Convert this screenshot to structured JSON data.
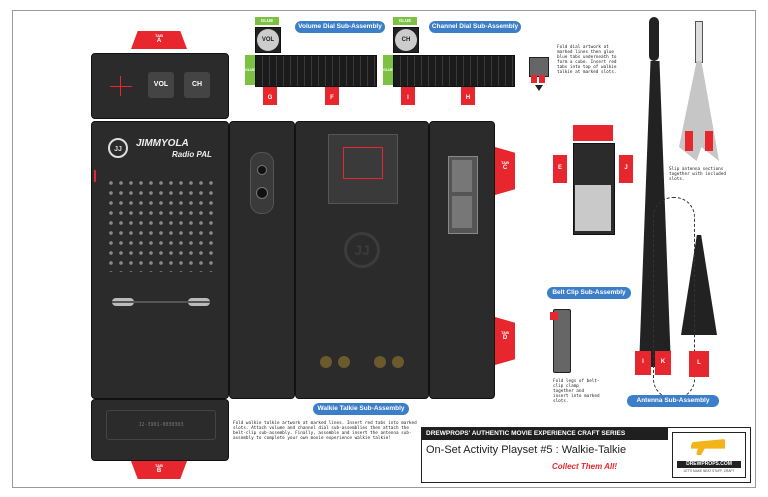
{
  "tabs": {
    "a": "A",
    "b": "B",
    "c": "C",
    "d": "D",
    "e": "E",
    "f": "F",
    "g": "G",
    "h": "H",
    "i": "I",
    "j": "J",
    "k": "K",
    "l": "L",
    "tab_word": "TAB"
  },
  "front": {
    "vol": "VOL",
    "ch": "CH",
    "brand": "JIMMYOLA",
    "model": "Radio PAL",
    "logo": "JJ",
    "serial": "J2-3901-0030303"
  },
  "dials": {
    "vol_title": "Volume Dial Sub-Assembly",
    "ch_title": "Channel Dial Sub-Assembly",
    "vol": "VOL",
    "ch": "CH",
    "glue": "GLUE"
  },
  "instructions": {
    "dial": "Fold dial artwork at marked lines then glue blue tabs underneath to form a cube. Insert red tabs into top of walkie talkie at marked slots.",
    "antenna": "Slip antenna sections together with included slots.",
    "clip": "Fold legs of belt-clip clamp together and insert into marked slots.",
    "main": "Fold walkie talkie artwork at marked lines. Insert red tabs into marked slots. Attach volume and channel dial sub-assemblies then attach the belt-clip sub-assembly. Finally, assemble and insert the antenna sub-assembly to complete your own movie experience walkie talkie!"
  },
  "labels": {
    "walkie": "Walkie Talkie Sub-Assembly",
    "belt": "Belt Clip Sub-Assembly",
    "antenna": "Antenna Sub-Assembly"
  },
  "footer": {
    "series": "DREWPROPS' AUTHENTIC MOVIE EXPERIENCE CRAFT SERIES",
    "title": "On-Set Activity Playset #5 : Walkie-Talkie",
    "collect": "Collect Them All!",
    "logo": "DREWPROPS.COM",
    "tagline": "LET'S MAKE NEAT STUFF, CRAFT"
  },
  "colors": {
    "accent": "#e8262d",
    "body": "#2b2b2b",
    "blue": "#3d7ec8",
    "green": "#7cc142"
  }
}
